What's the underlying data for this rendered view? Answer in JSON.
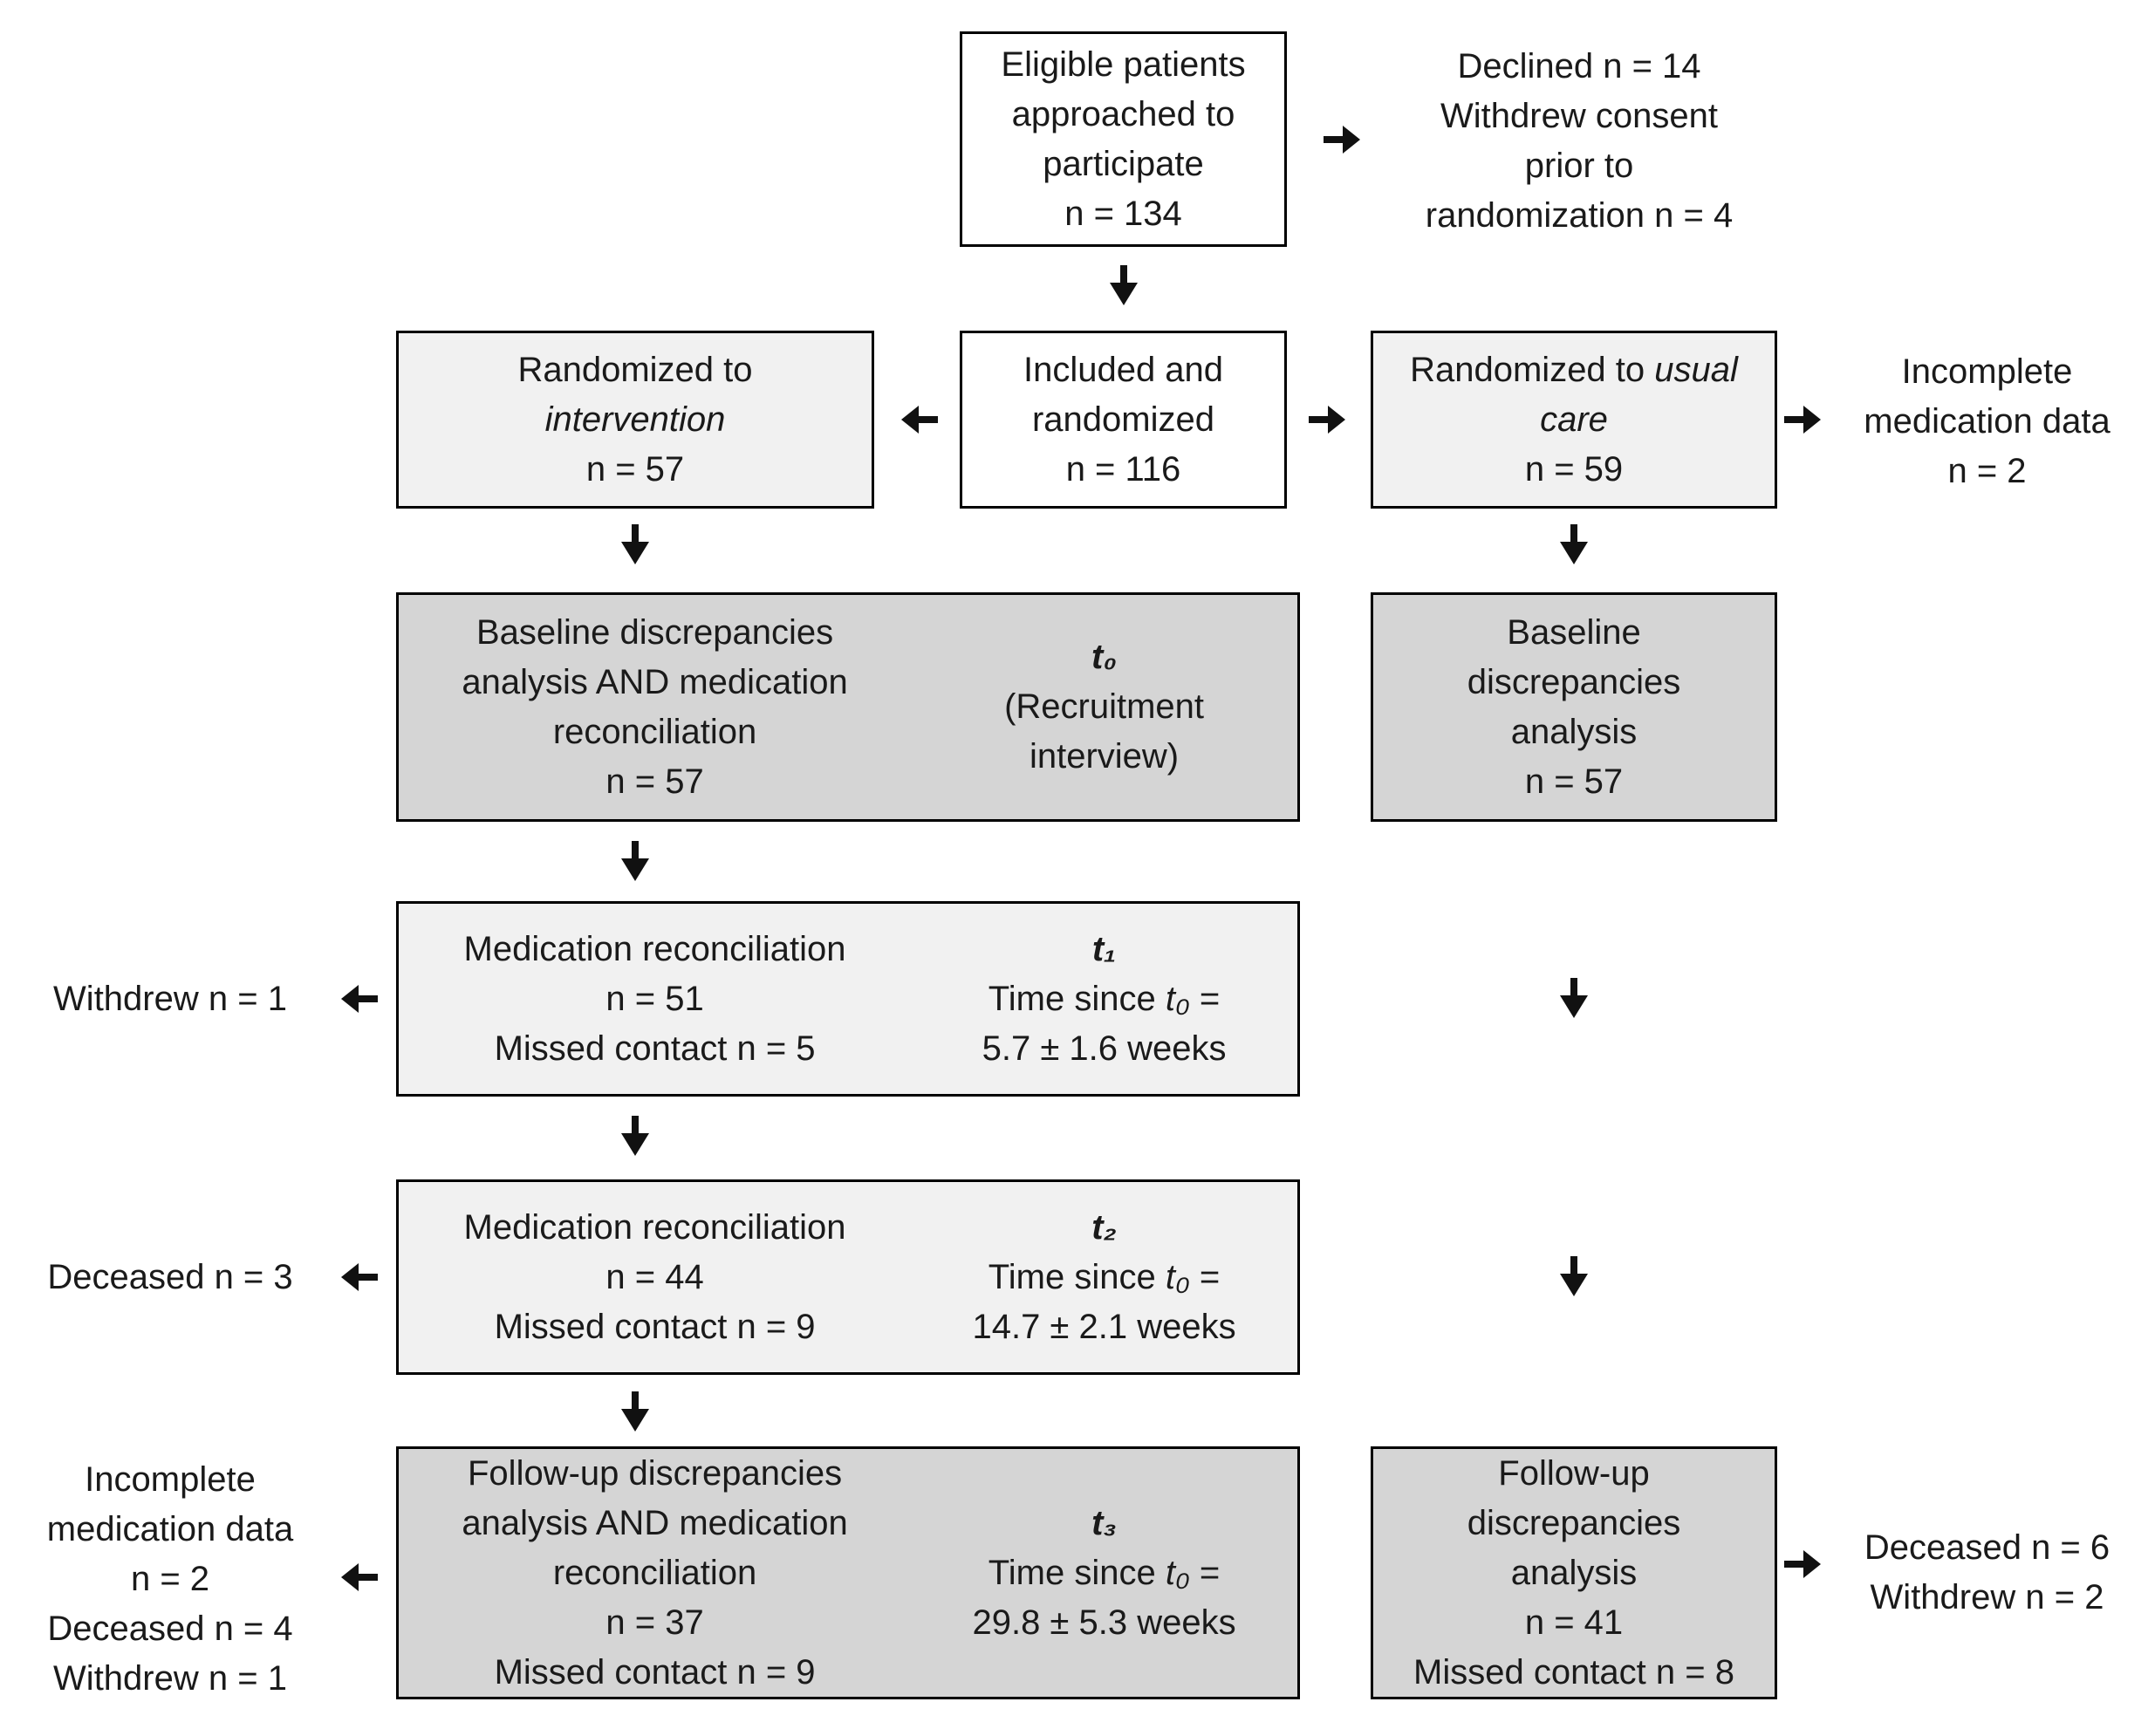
{
  "flow": {
    "eligible": {
      "l1": "Eligible patients",
      "l2": "approached to",
      "l3": "participate",
      "l4": "n = 134"
    },
    "declined_note": {
      "l1": "Declined n = 14",
      "l2": "Withdrew consent",
      "l3": "prior to",
      "l4": "randomization n = 4"
    },
    "intervention": {
      "l1": "Randomized to",
      "l2": "intervention",
      "l3": "n = 57"
    },
    "included": {
      "l1": "Included and",
      "l2": "randomized",
      "l3": "n = 116"
    },
    "usual_care": {
      "l1a": "Randomized to ",
      "l1b": "usual",
      "l2": "care",
      "l3": "n = 59"
    },
    "incomplete_note_top": {
      "l1": "Incomplete",
      "l2": "medication data",
      "l3": "n = 2"
    },
    "baseline_wide": {
      "left": {
        "l1": "Baseline discrepancies",
        "l2": "analysis AND medication",
        "l3": "reconciliation",
        "l4": "n = 57"
      },
      "right": {
        "l1": "t₀",
        "l2": "(Recruitment",
        "l3": "interview)"
      }
    },
    "baseline_right": {
      "l1": "Baseline",
      "l2": "discrepancies",
      "l3": "analysis",
      "l4": "n = 57"
    },
    "t1": {
      "left": {
        "l1": "Medication reconciliation",
        "l2": "n = 51",
        "l3": "Missed contact n = 5"
      },
      "right": {
        "l1": "t₁",
        "l2a": "Time since ",
        "l2b": "t₀",
        "l2c": " =",
        "l3": "5.7 ± 1.6 weeks"
      }
    },
    "withdrew_note": "Withdrew n = 1",
    "t2": {
      "left": {
        "l1": "Medication reconciliation",
        "l2": "n = 44",
        "l3": "Missed contact n = 9"
      },
      "right": {
        "l1": "t₂",
        "l2a": "Time since ",
        "l2b": "t₀",
        "l2c": " =",
        "l3": "14.7 ± 2.1 weeks"
      }
    },
    "deceased_note": "Deceased n = 3",
    "t3": {
      "left": {
        "l1": "Follow-up discrepancies",
        "l2": "analysis AND medication",
        "l3": "reconciliation",
        "l4": "n = 37",
        "l5": "Missed contact n = 9"
      },
      "right": {
        "l1": "t₃",
        "l2a": "Time since ",
        "l2b": "t₀",
        "l2c": " =",
        "l3": "29.8 ± 5.3 weeks"
      }
    },
    "bottom_left_note": {
      "l1": "Incomplete",
      "l2": "medication data",
      "l3": "n = 2",
      "l4": "Deceased n = 4",
      "l5": "Withdrew n = 1"
    },
    "followup_right": {
      "l1": "Follow-up",
      "l2": "discrepancies",
      "l3": "analysis",
      "l4": "n = 41",
      "l5": "Missed contact n = 8"
    },
    "bottom_right_note": {
      "l1": "Deceased n = 6",
      "l2": "Withdrew n = 2"
    }
  },
  "icons": {
    "arrow_down": "↓",
    "arrow_left": "←",
    "arrow_right": "→"
  },
  "colors": {
    "box_white": "#ffffff",
    "box_light": "#f1f1f1",
    "box_medium": "#d5d5d5",
    "border": "#000000",
    "text": "#1a1a1a"
  }
}
